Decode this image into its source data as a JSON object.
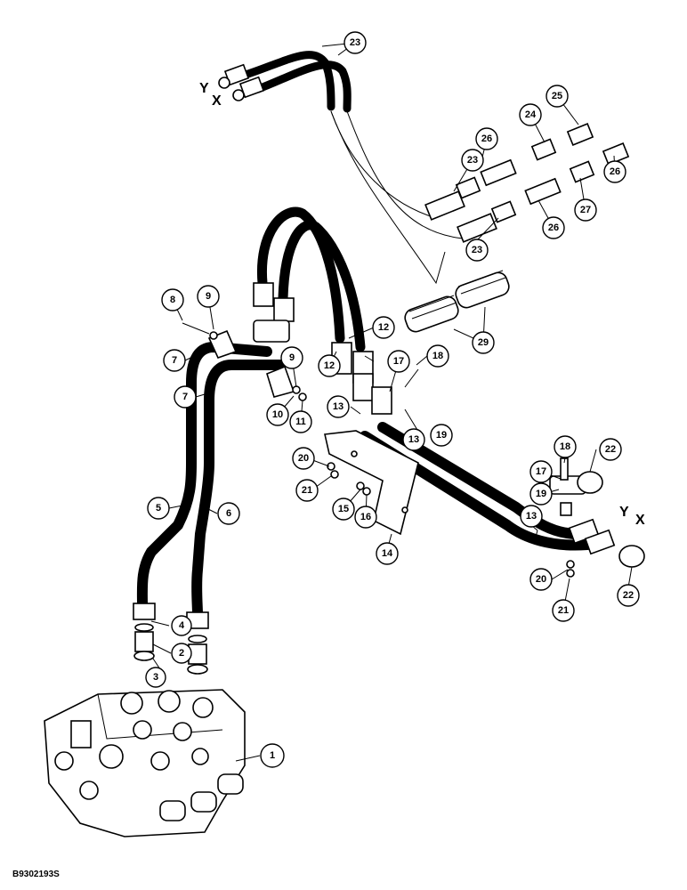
{
  "drawing_code": "B9302193S",
  "letters": {
    "y": "Y",
    "x": "X"
  },
  "callouts": {
    "c1": "1",
    "c2": "2",
    "c3": "3",
    "c4": "4",
    "c5": "5",
    "c6": "6",
    "c7a": "7",
    "c7b": "7",
    "c8": "8",
    "c9a": "9",
    "c9b": "9",
    "c10": "10",
    "c11": "11",
    "c12a": "12",
    "c12b": "12",
    "c13a": "13",
    "c13b": "13",
    "c13c": "13",
    "c14": "14",
    "c15": "15",
    "c16": "16",
    "c17a": "17",
    "c17b": "17",
    "c18a": "18",
    "c18b": "18",
    "c19a": "19",
    "c19b": "19",
    "c20a": "20",
    "c20b": "20",
    "c21a": "21",
    "c21b": "21",
    "c22a": "22",
    "c22b": "22",
    "c23a": "23",
    "c23b": "23",
    "c23c": "23",
    "c24": "24",
    "c25": "25",
    "c26a": "26",
    "c26b": "26",
    "c26c": "26",
    "c27": "27",
    "c29": "29"
  }
}
